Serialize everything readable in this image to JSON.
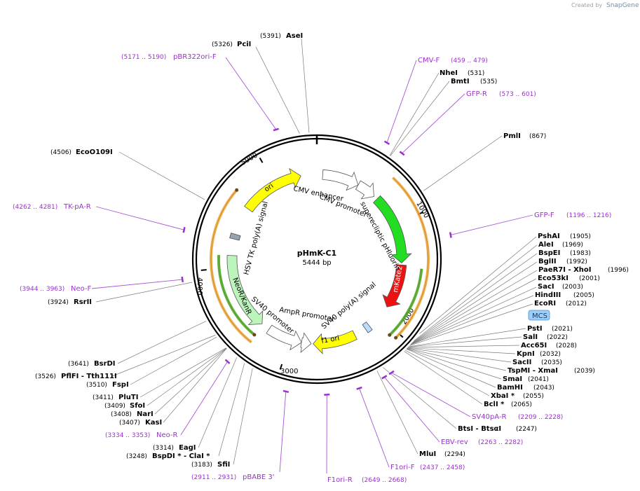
{
  "credit": {
    "prefix": "Created by",
    "brand": "SnapGene"
  },
  "plasmid": {
    "name": "pHmK-C1",
    "size_label": "5444 bp",
    "length": 5444
  },
  "ticks": [
    {
      "pos": 1000,
      "label": "1000"
    },
    {
      "pos": 2000,
      "label": "2000"
    },
    {
      "pos": 3000,
      "label": "3000"
    },
    {
      "pos": 4000,
      "label": "4000"
    },
    {
      "pos": 5000,
      "label": "5000"
    }
  ],
  "features": [
    {
      "id": "cmv-enhancer",
      "label": "CMV enhancer",
      "start": 60,
      "end": 440,
      "color": "#ffffff",
      "ring": "mid",
      "dir": 1
    },
    {
      "id": "cmv-promoter",
      "label": "CMV promoter",
      "start": 440,
      "end": 640,
      "color": "#ffffff",
      "ring": "mid",
      "dir": 1
    },
    {
      "id": "superecliptic-phluorin",
      "label": "superecliptic pHluorin",
      "start": 680,
      "end": 1400,
      "color": "#22dd22",
      "ring": "mid",
      "dir": 1
    },
    {
      "id": "mkate2",
      "label": "mKate2",
      "start": 1420,
      "end": 1880,
      "color": "#ee1111",
      "ring": "mid",
      "dir": 1
    },
    {
      "id": "sv40-polya",
      "label": "SV40 poly(A) signal",
      "start": 2110,
      "end": 2230,
      "color": "#bbddff",
      "ring": "mid",
      "dir": 0
    },
    {
      "id": "f1-ori",
      "label": "f1 ori",
      "start": 2320,
      "end": 2760,
      "color": "#ffff00",
      "ring": "mid",
      "dir": 1
    },
    {
      "id": "ampr-promoter",
      "label": "AmpR promoter",
      "start": 2780,
      "end": 2880,
      "color": "#ffffff",
      "ring": "mid",
      "dir": -1
    },
    {
      "id": "sv40-promoter",
      "label": "SV40 promoter",
      "start": 2880,
      "end": 3240,
      "color": "#ffffff",
      "ring": "mid",
      "dir": -1
    },
    {
      "id": "neor-kanr",
      "label": "NeoR/KanR",
      "start": 3330,
      "end": 4120,
      "color": "#bbf5bb",
      "ring": "mid",
      "dir": -1
    },
    {
      "id": "hsv-tk-polya",
      "label": "HSV TK poly(A) signal",
      "start": 4300,
      "end": 4330,
      "color": "#9aa3ad",
      "ring": "mid",
      "dir": 0
    },
    {
      "id": "ori",
      "label": "ori",
      "start": 4630,
      "end": 5280,
      "color": "#ffff00",
      "ring": "mid",
      "dir": 1
    }
  ],
  "feature_labels": [
    {
      "id": "cmv-enhancer",
      "text": "CMV enhancer"
    },
    {
      "id": "cmv-promoter",
      "text": "CMV promoter"
    },
    {
      "id": "superecliptic-phluorin",
      "text": "superecliptic pHluorin"
    },
    {
      "id": "mkate2",
      "text": "mKate2"
    },
    {
      "id": "sv40-polya",
      "text": "SV40 poly(A) signal"
    },
    {
      "id": "f1-ori",
      "text": "f1 ori"
    },
    {
      "id": "ampr-promoter",
      "text": "AmpR promoter"
    },
    {
      "id": "sv40-promoter",
      "text": "SV40 promoter"
    },
    {
      "id": "neor-kanr",
      "text": "NeoR/KanR"
    },
    {
      "id": "hsv-tk-polya",
      "text": "HSV TK poly(A) signal"
    },
    {
      "id": "ori",
      "text": "ori"
    }
  ],
  "orfs": [
    {
      "start": 650,
      "end": 2040,
      "color": "#f2a93b",
      "dir": 1
    },
    {
      "start": 1440,
      "end": 2060,
      "color": "#4caf28",
      "dir": 1
    },
    {
      "start": 3320,
      "end": 4120,
      "color": "#4caf28",
      "dir": -1
    },
    {
      "start": 3300,
      "end": 4700,
      "color": "#f2a93b",
      "dir": 1
    }
  ],
  "mcs_label": "MCS",
  "sites": [
    {
      "name": "AseI",
      "pos": "(5391)"
    },
    {
      "name": "PciI",
      "pos": "(5326)"
    },
    {
      "name": "NheI",
      "pos": "(531)"
    },
    {
      "name": "BmtI",
      "pos": "(535)"
    },
    {
      "name": "PmlI",
      "pos": "(867)"
    },
    {
      "name": "PshAI",
      "pos": "(1905)"
    },
    {
      "name": "AleI",
      "pos": "(1969)"
    },
    {
      "name": "BspEI",
      "pos": "(1983)"
    },
    {
      "name": "BglII",
      "pos": "(1992)"
    },
    {
      "name": "PaeR7I - XhoI",
      "pos": "(1996)"
    },
    {
      "name": "Eco53kI",
      "pos": "(2001)"
    },
    {
      "name": "SacI",
      "pos": "(2003)"
    },
    {
      "name": "HindIII",
      "pos": "(2005)"
    },
    {
      "name": "EcoRI",
      "pos": "(2012)"
    },
    {
      "name": "PstI",
      "pos": "(2021)"
    },
    {
      "name": "SalI",
      "pos": "(2022)"
    },
    {
      "name": "Acc65I",
      "pos": "(2028)"
    },
    {
      "name": "KpnI",
      "pos": "(2032)"
    },
    {
      "name": "SacII",
      "pos": "(2035)"
    },
    {
      "name": "TspMI - XmaI",
      "pos": "(2039)"
    },
    {
      "name": "SmaI",
      "pos": "(2041)"
    },
    {
      "name": "BamHI",
      "pos": "(2043)"
    },
    {
      "name": "XbaI *",
      "pos": "(2055)"
    },
    {
      "name": "BclI *",
      "pos": "(2065)"
    },
    {
      "name": "BtsI - BtsαI",
      "pos": "(2247)"
    },
    {
      "name": "MluI",
      "pos": "(2294)"
    },
    {
      "name": "EcoO109I",
      "pos": "(4506)"
    },
    {
      "name": "RsrII",
      "pos": "(3924)"
    },
    {
      "name": "BsrDI",
      "pos": "(3641)"
    },
    {
      "name": "PflFI - Tth111I",
      "pos": "(3526)"
    },
    {
      "name": "FspI",
      "pos": "(3510)"
    },
    {
      "name": "PluTI",
      "pos": "(3411)"
    },
    {
      "name": "SfoI",
      "pos": "(3409)"
    },
    {
      "name": "NarI",
      "pos": "(3408)"
    },
    {
      "name": "KasI",
      "pos": "(3407)"
    },
    {
      "name": "EagI",
      "pos": "(3314)"
    },
    {
      "name": "BspDI * - ClaI *",
      "pos": "(3248)"
    },
    {
      "name": "SfiI",
      "pos": "(3183)"
    }
  ],
  "primers": [
    {
      "name": "pBR322ori-F",
      "range": "(5171 .. 5190)"
    },
    {
      "name": "CMV-F",
      "range": "(459 .. 479)"
    },
    {
      "name": "GFP-R",
      "range": "(573 .. 601)"
    },
    {
      "name": "GFP-F",
      "range": "(1196 .. 1216)"
    },
    {
      "name": "TK-pA-R",
      "range": "(4262 .. 4281)"
    },
    {
      "name": "Neo-F",
      "range": "(3944 .. 3963)"
    },
    {
      "name": "SV40pA-R",
      "range": "(2209 .. 2228)"
    },
    {
      "name": "EBV-rev",
      "range": "(2263 .. 2282)"
    },
    {
      "name": "F1ori-F",
      "range": "(2437 .. 2458)"
    },
    {
      "name": "F1ori-R",
      "range": "(2649 .. 2668)"
    },
    {
      "name": "Neo-R",
      "range": "(3334 .. 3353)"
    },
    {
      "name": "pBABE 3'",
      "range": "(2911 .. 2931)"
    }
  ]
}
